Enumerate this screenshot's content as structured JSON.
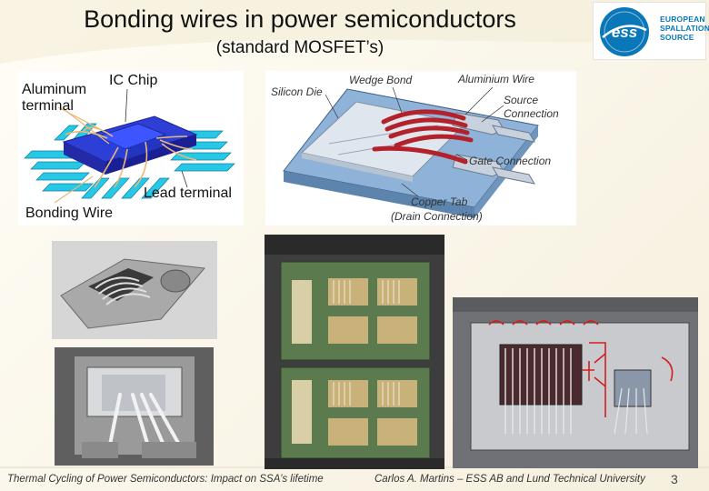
{
  "slide": {
    "title": "Bonding wires in power semiconductors",
    "subtitle": "(standard MOSFET’s)",
    "page_number": "3"
  },
  "logo": {
    "mark": "ess",
    "name": "EUROPEAN\nSPALLATION\nSOURCE",
    "color": "#0a77b8"
  },
  "ic_diagram": {
    "labels": {
      "aluminum_terminal": "Aluminum\nterminal",
      "ic_chip": "IC Chip",
      "lead_terminal": "Lead terminal",
      "bonding_wire": "Bonding Wire"
    }
  },
  "mosfet_diagram": {
    "labels": {
      "silicon_die": "Silicon Die",
      "wedge_bond": "Wedge Bond",
      "aluminium_wire": "Aluminium Wire",
      "source_connection": "Source\nConnection",
      "gate_connection": "Gate Connection",
      "copper_tab": "Copper Tab",
      "drain_connection": "(Drain Connection)"
    }
  },
  "footer": {
    "left": "Thermal Cycling of Power Semiconductors: Impact on SSA’s lifetime",
    "right": "Carlos A. Martins – ESS AB and Lund Technical University"
  }
}
